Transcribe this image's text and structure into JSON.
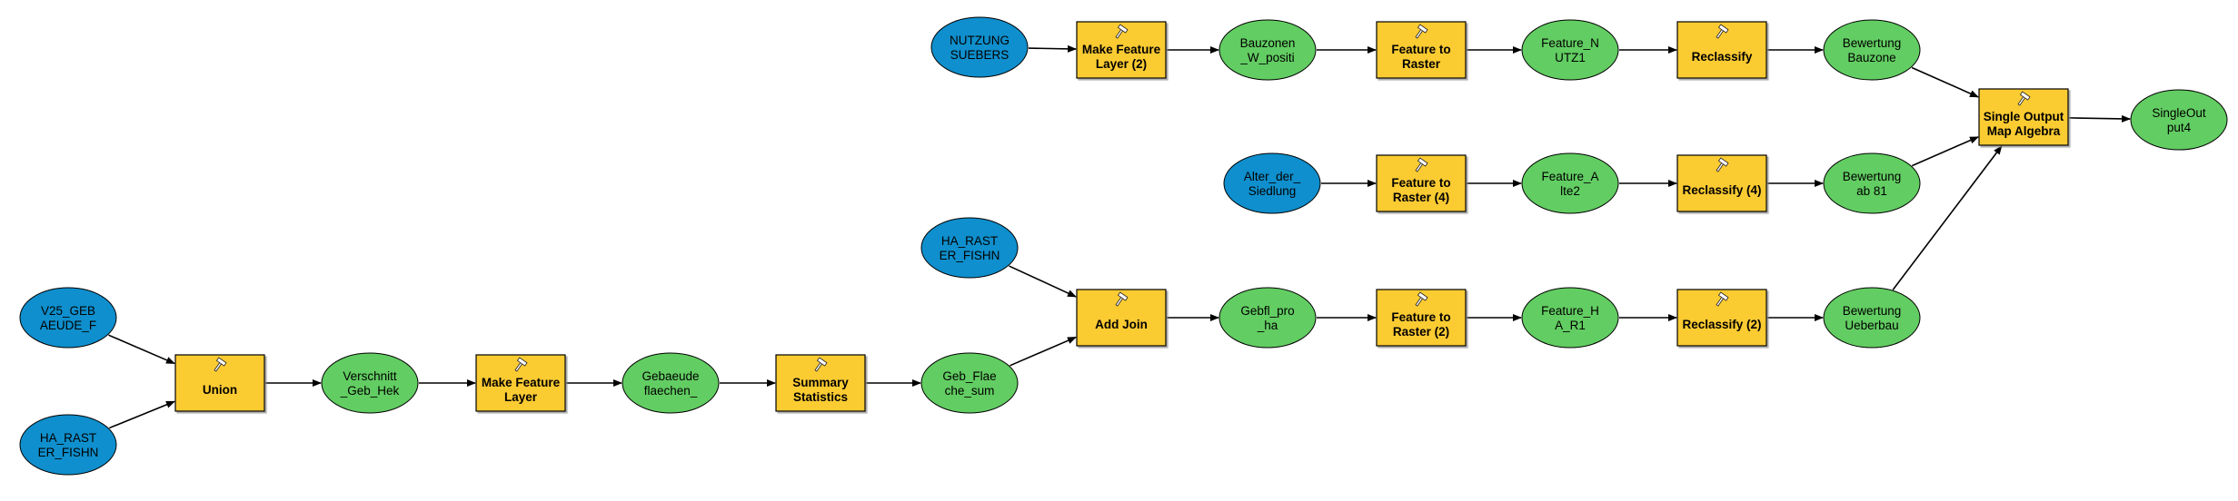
{
  "colors": {
    "input": "#0f8fcd",
    "output": "#62cd62",
    "tool": "#fbcb33",
    "stroke": "#000000",
    "background": "#ffffff"
  },
  "nodes": [
    {
      "id": "nutzung_suebers",
      "kind": "input",
      "lines": [
        "NUTZUNG",
        "SUEBERS"
      ]
    },
    {
      "id": "make_feature_layer_2",
      "kind": "tool",
      "lines": [
        "Make Feature",
        "Layer (2)"
      ],
      "icon": "hammer-icon"
    },
    {
      "id": "bauzonen_w_positi",
      "kind": "output",
      "lines": [
        "Bauzonen",
        "_W_positi"
      ]
    },
    {
      "id": "feature_to_raster",
      "kind": "tool",
      "lines": [
        "Feature to",
        "Raster"
      ],
      "icon": "hammer-icon"
    },
    {
      "id": "feature_nutz1",
      "kind": "output",
      "lines": [
        "Feature_N",
        "UTZ1"
      ]
    },
    {
      "id": "reclassify",
      "kind": "tool",
      "lines": [
        "Reclassify"
      ],
      "icon": "hammer-icon"
    },
    {
      "id": "bewertung_bauzone",
      "kind": "output",
      "lines": [
        "Bewertung",
        "Bauzone"
      ]
    },
    {
      "id": "single_output_map_algebra",
      "kind": "tool",
      "lines": [
        "Single Output",
        "Map Algebra"
      ],
      "icon": "hammer-icon"
    },
    {
      "id": "singleoutput4",
      "kind": "output",
      "lines": [
        "SingleOut",
        "put4"
      ]
    },
    {
      "id": "alter_der_siedlung",
      "kind": "input",
      "lines": [
        "Alter_der_",
        "Siedlung"
      ]
    },
    {
      "id": "feature_to_raster_4",
      "kind": "tool",
      "lines": [
        "Feature to",
        "Raster (4)"
      ],
      "icon": "hammer-icon"
    },
    {
      "id": "feature_alte2",
      "kind": "output",
      "lines": [
        "Feature_A",
        "lte2"
      ]
    },
    {
      "id": "reclassify_4",
      "kind": "tool",
      "lines": [
        "Reclassify (4)"
      ],
      "icon": "hammer-icon"
    },
    {
      "id": "bewertung_ab_81",
      "kind": "output",
      "lines": [
        "Bewertung",
        "ab 81"
      ]
    },
    {
      "id": "ha_raster_fishn_top",
      "kind": "input",
      "lines": [
        "HA_RAST",
        "ER_FISHN"
      ]
    },
    {
      "id": "add_join",
      "kind": "tool",
      "lines": [
        "Add Join"
      ],
      "icon": "hammer-icon"
    },
    {
      "id": "gebfl_pro_ha",
      "kind": "output",
      "lines": [
        "Gebfl_pro",
        "_ha"
      ]
    },
    {
      "id": "feature_to_raster_2",
      "kind": "tool",
      "lines": [
        "Feature to",
        "Raster (2)"
      ],
      "icon": "hammer-icon"
    },
    {
      "id": "feature_ha_r1",
      "kind": "output",
      "lines": [
        "Feature_H",
        "A_R1"
      ]
    },
    {
      "id": "reclassify_2",
      "kind": "tool",
      "lines": [
        "Reclassify (2)"
      ],
      "icon": "hammer-icon"
    },
    {
      "id": "bewertung_ueberbau",
      "kind": "output",
      "lines": [
        "Bewertung",
        "Ueberbau"
      ]
    },
    {
      "id": "v25_gebaeude_f",
      "kind": "input",
      "lines": [
        "V25_GEB",
        "AEUDE_F"
      ]
    },
    {
      "id": "ha_raster_fishn_bottom",
      "kind": "input",
      "lines": [
        "HA_RAST",
        "ER_FISHN"
      ]
    },
    {
      "id": "union",
      "kind": "tool",
      "lines": [
        "Union"
      ],
      "icon": "hammer-icon"
    },
    {
      "id": "verschnitt_geb_hek",
      "kind": "output",
      "lines": [
        "Verschnitt",
        "_Geb_Hek"
      ]
    },
    {
      "id": "make_feature_layer",
      "kind": "tool",
      "lines": [
        "Make Feature",
        "Layer"
      ],
      "icon": "hammer-icon"
    },
    {
      "id": "gebaeude_flaechen",
      "kind": "output",
      "lines": [
        "Gebaeude",
        "flaechen_"
      ]
    },
    {
      "id": "summary_statistics",
      "kind": "tool",
      "lines": [
        "Summary",
        "Statistics"
      ],
      "icon": "hammer-icon"
    },
    {
      "id": "geb_flaeche_sum",
      "kind": "output",
      "lines": [
        "Geb_Flae",
        "che_sum"
      ]
    }
  ],
  "edges": [
    [
      "nutzung_suebers",
      "make_feature_layer_2"
    ],
    [
      "make_feature_layer_2",
      "bauzonen_w_positi"
    ],
    [
      "bauzonen_w_positi",
      "feature_to_raster"
    ],
    [
      "feature_to_raster",
      "feature_nutz1"
    ],
    [
      "feature_nutz1",
      "reclassify"
    ],
    [
      "reclassify",
      "bewertung_bauzone"
    ],
    [
      "bewertung_bauzone",
      "single_output_map_algebra"
    ],
    [
      "single_output_map_algebra",
      "singleoutput4"
    ],
    [
      "alter_der_siedlung",
      "feature_to_raster_4"
    ],
    [
      "feature_to_raster_4",
      "feature_alte2"
    ],
    [
      "feature_alte2",
      "reclassify_4"
    ],
    [
      "reclassify_4",
      "bewertung_ab_81"
    ],
    [
      "bewertung_ab_81",
      "single_output_map_algebra"
    ],
    [
      "bewertung_ueberbau",
      "single_output_map_algebra"
    ],
    [
      "ha_raster_fishn_top",
      "add_join"
    ],
    [
      "geb_flaeche_sum",
      "add_join"
    ],
    [
      "add_join",
      "gebfl_pro_ha"
    ],
    [
      "gebfl_pro_ha",
      "feature_to_raster_2"
    ],
    [
      "feature_to_raster_2",
      "feature_ha_r1"
    ],
    [
      "feature_ha_r1",
      "reclassify_2"
    ],
    [
      "reclassify_2",
      "bewertung_ueberbau"
    ],
    [
      "v25_gebaeude_f",
      "union"
    ],
    [
      "ha_raster_fishn_bottom",
      "union"
    ],
    [
      "union",
      "verschnitt_geb_hek"
    ],
    [
      "verschnitt_geb_hek",
      "make_feature_layer"
    ],
    [
      "make_feature_layer",
      "gebaeude_flaechen"
    ],
    [
      "gebaeude_flaechen",
      "summary_statistics"
    ],
    [
      "summary_statistics",
      "geb_flaeche_sum"
    ]
  ]
}
